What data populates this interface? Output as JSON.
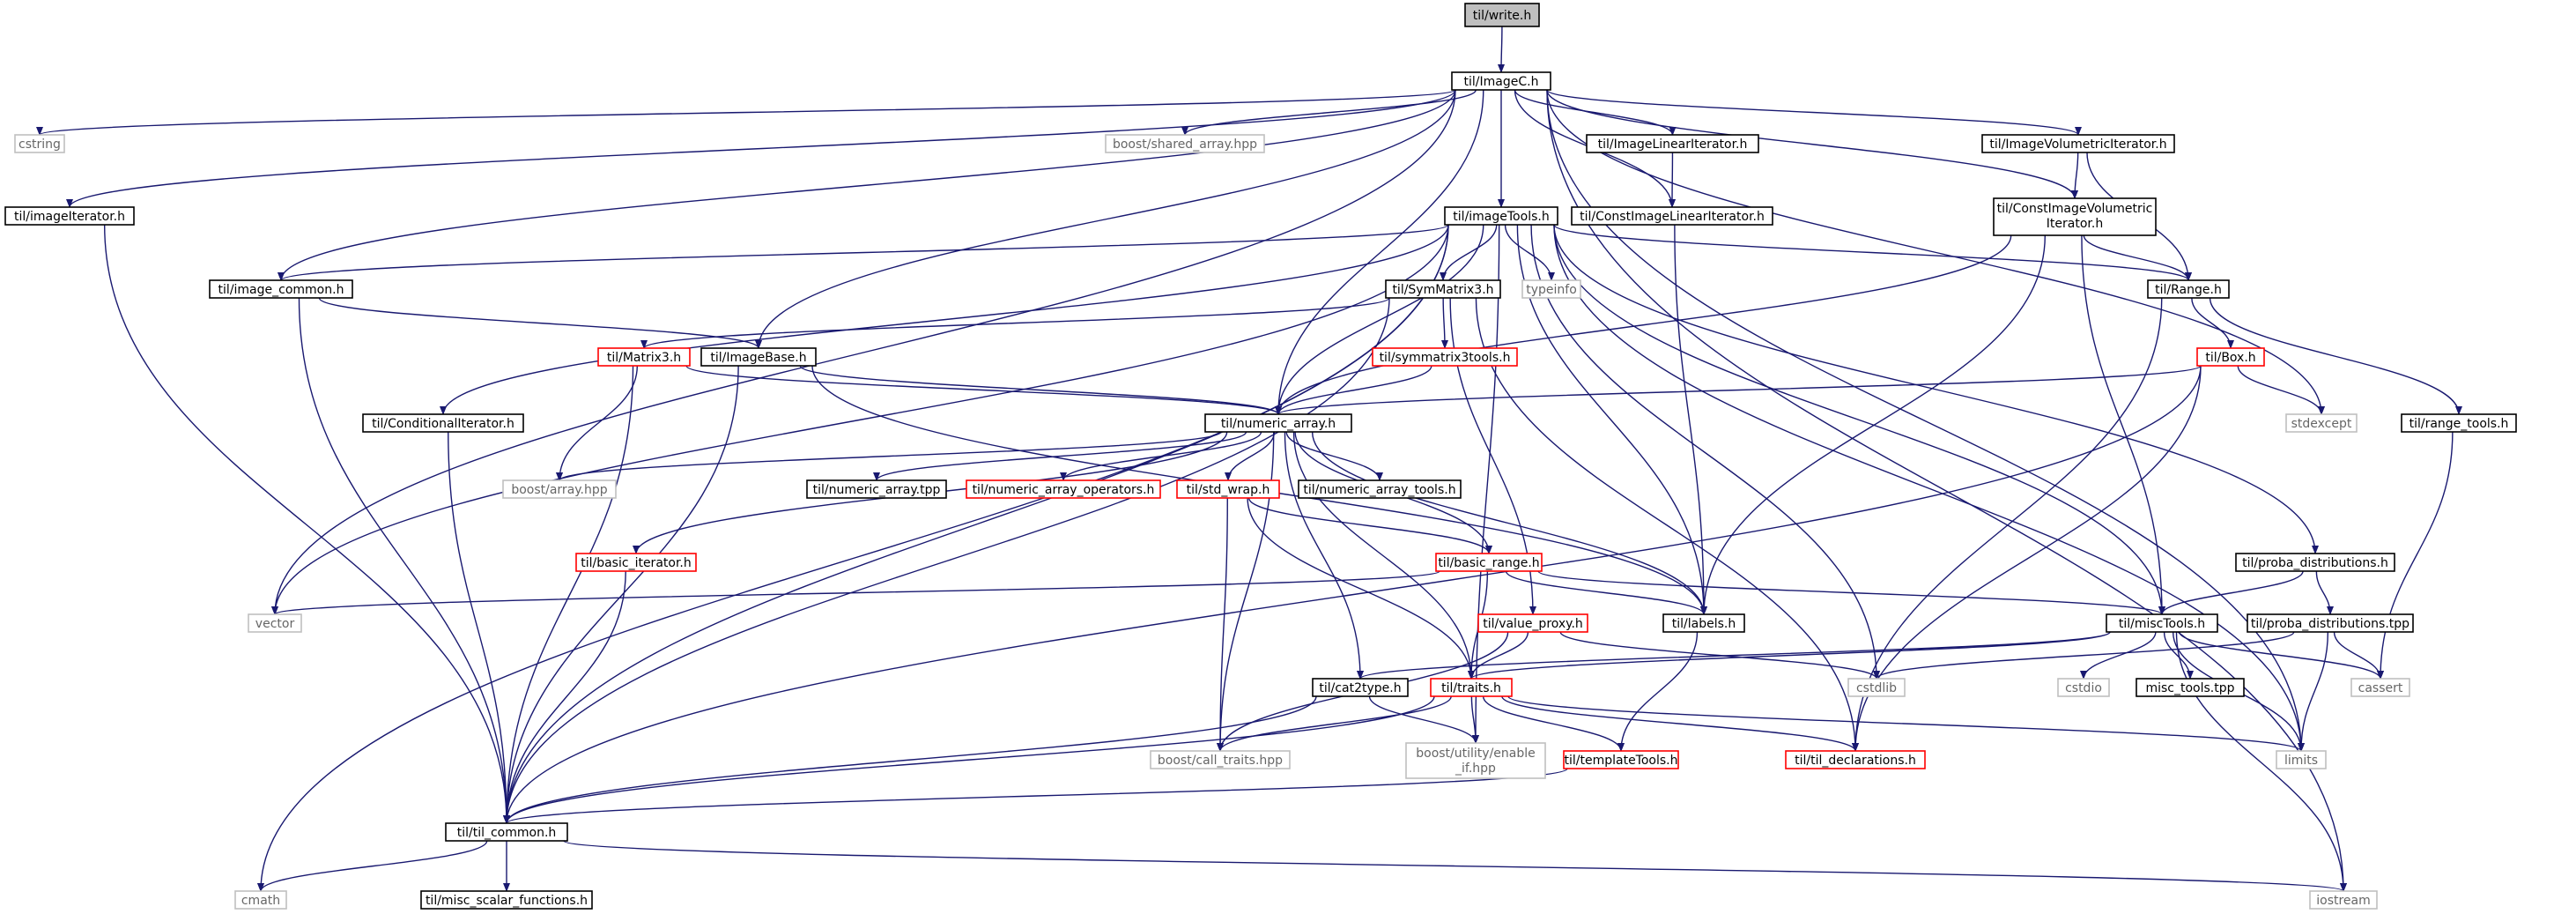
{
  "diagram": {
    "colors": {
      "edge": "#191970",
      "normal_border": "#000000",
      "external_border": "#bfbfbf",
      "truncated_border": "#ff0000",
      "root_fill": "#bfbfbf",
      "external_text": "#666666"
    },
    "nodes": [
      {
        "id": "write_h",
        "label": "til/write.h",
        "style": "root"
      },
      {
        "id": "imageC_h",
        "label": "til/ImageC.h",
        "style": "normal"
      },
      {
        "id": "cstring",
        "label": "cstring",
        "style": "external"
      },
      {
        "id": "imageIterator_h",
        "label": "til/imageIterator.h",
        "style": "normal"
      },
      {
        "id": "image_common_h",
        "label": "til/image_common.h",
        "style": "normal"
      },
      {
        "id": "shared_array",
        "label": "boost/shared_array.hpp",
        "style": "external"
      },
      {
        "id": "imageTools_h",
        "label": "til/imageTools.h",
        "style": "normal"
      },
      {
        "id": "imageLinearIterator_h",
        "label": "til/ImageLinearIterator.h",
        "style": "normal"
      },
      {
        "id": "constImageLinearIterator_h",
        "label": "til/ConstImageLinearIterator.h",
        "style": "normal"
      },
      {
        "id": "imageVolumetricIterator_h",
        "label": "til/ImageVolumetricIterator.h",
        "style": "normal"
      },
      {
        "id": "constImageVolumetric_h",
        "label": "til/ConstImageVolumetric",
        "label2": "Iterator.h",
        "style": "normal"
      },
      {
        "id": "range_h",
        "label": "til/Range.h",
        "style": "normal"
      },
      {
        "id": "symMatrix3_h",
        "label": "til/SymMatrix3.h",
        "style": "normal"
      },
      {
        "id": "typeinfo",
        "label": "typeinfo",
        "style": "external"
      },
      {
        "id": "matrix3_h",
        "label": "til/Matrix3.h",
        "style": "truncated"
      },
      {
        "id": "imageBase_h",
        "label": "til/ImageBase.h",
        "style": "normal"
      },
      {
        "id": "symmatrix3tools_h",
        "label": "til/symmatrix3tools.h",
        "style": "truncated"
      },
      {
        "id": "box_h",
        "label": "til/Box.h",
        "style": "truncated"
      },
      {
        "id": "stdexcept",
        "label": "stdexcept",
        "style": "external"
      },
      {
        "id": "range_tools_h",
        "label": "til/range_tools.h",
        "style": "normal"
      },
      {
        "id": "conditionalIterator_h",
        "label": "til/ConditionalIterator.h",
        "style": "normal"
      },
      {
        "id": "numeric_array_h",
        "label": "til/numeric_array.h",
        "style": "normal"
      },
      {
        "id": "boost_array",
        "label": "boost/array.hpp",
        "style": "external"
      },
      {
        "id": "numeric_array_tpp",
        "label": "til/numeric_array.tpp",
        "style": "normal"
      },
      {
        "id": "numeric_array_operators_h",
        "label": "til/numeric_array_operators.h",
        "style": "truncated"
      },
      {
        "id": "std_wrap_h",
        "label": "til/std_wrap.h",
        "style": "truncated"
      },
      {
        "id": "numeric_array_tools_h",
        "label": "til/numeric_array_tools.h",
        "style": "normal"
      },
      {
        "id": "basic_iterator_h",
        "label": "til/basic_iterator.h",
        "style": "truncated"
      },
      {
        "id": "basic_range_h",
        "label": "til/basic_range.h",
        "style": "truncated"
      },
      {
        "id": "proba_distributions_h",
        "label": "til/proba_distributions.h",
        "style": "normal"
      },
      {
        "id": "vector",
        "label": "vector",
        "style": "external"
      },
      {
        "id": "labels_h",
        "label": "til/labels.h",
        "style": "normal"
      },
      {
        "id": "miscTools_h",
        "label": "til/miscTools.h",
        "style": "normal"
      },
      {
        "id": "proba_distributions_tpp",
        "label": "til/proba_distributions.tpp",
        "style": "normal"
      },
      {
        "id": "value_proxy_h",
        "label": "til/value_proxy.h",
        "style": "truncated"
      },
      {
        "id": "cat2type_h",
        "label": "til/cat2type.h",
        "style": "normal"
      },
      {
        "id": "traits_h",
        "label": "til/traits.h",
        "style": "truncated"
      },
      {
        "id": "cstdlib",
        "label": "cstdlib",
        "style": "external"
      },
      {
        "id": "cstdio",
        "label": "cstdio",
        "style": "external"
      },
      {
        "id": "misc_tools_tpp",
        "label": "misc_tools.tpp",
        "style": "normal"
      },
      {
        "id": "cassert",
        "label": "cassert",
        "style": "external"
      },
      {
        "id": "call_traits",
        "label": "boost/call_traits.hpp",
        "style": "external"
      },
      {
        "id": "enable_if",
        "label": "boost/utility/enable",
        "label2": "_if.hpp",
        "style": "external"
      },
      {
        "id": "templateTools_h",
        "label": "til/templateTools.h",
        "style": "truncated"
      },
      {
        "id": "til_declarations_h",
        "label": "til/til_declarations.h",
        "style": "truncated"
      },
      {
        "id": "limits",
        "label": "limits",
        "style": "external"
      },
      {
        "id": "til_common_h",
        "label": "til/til_common.h",
        "style": "normal"
      },
      {
        "id": "cmath",
        "label": "cmath",
        "style": "external"
      },
      {
        "id": "misc_scalar_functions_h",
        "label": "til/misc_scalar_functions.h",
        "style": "normal"
      },
      {
        "id": "iostream",
        "label": "iostream",
        "style": "external"
      }
    ],
    "edges": [
      [
        "write_h",
        "imageC_h"
      ],
      [
        "imageC_h",
        "cstring"
      ],
      [
        "imageC_h",
        "imageIterator_h"
      ],
      [
        "imageC_h",
        "image_common_h"
      ],
      [
        "imageC_h",
        "shared_array"
      ],
      [
        "imageC_h",
        "imageTools_h"
      ],
      [
        "imageC_h",
        "imageLinearIterator_h"
      ],
      [
        "imageC_h",
        "constImageLinearIterator_h"
      ],
      [
        "imageC_h",
        "imageVolumetricIterator_h"
      ],
      [
        "imageC_h",
        "constImageVolumetric_h"
      ],
      [
        "imageC_h",
        "imageBase_h"
      ],
      [
        "imageC_h",
        "numeric_array_h"
      ],
      [
        "imageC_h",
        "vector"
      ],
      [
        "imageC_h",
        "stdexcept"
      ],
      [
        "imageC_h",
        "limits"
      ],
      [
        "imageC_h",
        "iostream"
      ],
      [
        "imageIterator_h",
        "til_common_h"
      ],
      [
        "image_common_h",
        "imageBase_h"
      ],
      [
        "image_common_h",
        "til_common_h"
      ],
      [
        "imageLinearIterator_h",
        "constImageLinearIterator_h"
      ],
      [
        "constImageLinearIterator_h",
        "labels_h"
      ],
      [
        "imageVolumetricIterator_h",
        "constImageVolumetric_h"
      ],
      [
        "imageVolumetricIterator_h",
        "range_h"
      ],
      [
        "constImageVolumetric_h",
        "range_h"
      ],
      [
        "constImageVolumetric_h",
        "numeric_array_h"
      ],
      [
        "constImageVolumetric_h",
        "labels_h"
      ],
      [
        "constImageVolumetric_h",
        "miscTools_h"
      ],
      [
        "imageTools_h",
        "image_common_h"
      ],
      [
        "imageTools_h",
        "symMatrix3_h"
      ],
      [
        "imageTools_h",
        "typeinfo"
      ],
      [
        "imageTools_h",
        "range_h"
      ],
      [
        "imageTools_h",
        "numeric_array_h"
      ],
      [
        "imageTools_h",
        "conditionalIterator_h"
      ],
      [
        "imageTools_h",
        "vector"
      ],
      [
        "imageTools_h",
        "cmath"
      ],
      [
        "imageTools_h",
        "til_common_h"
      ],
      [
        "imageTools_h",
        "enable_if"
      ],
      [
        "imageTools_h",
        "labels_h"
      ],
      [
        "imageTools_h",
        "cstdlib"
      ],
      [
        "imageTools_h",
        "limits"
      ],
      [
        "imageTools_h",
        "miscTools_h"
      ],
      [
        "imageTools_h",
        "proba_distributions_h"
      ],
      [
        "symMatrix3_h",
        "matrix3_h"
      ],
      [
        "symMatrix3_h",
        "symmatrix3tools_h"
      ],
      [
        "symMatrix3_h",
        "til_common_h"
      ],
      [
        "symMatrix3_h",
        "value_proxy_h"
      ],
      [
        "symMatrix3_h",
        "til_declarations_h"
      ],
      [
        "range_h",
        "box_h"
      ],
      [
        "range_h",
        "range_tools_h"
      ],
      [
        "range_h",
        "til_declarations_h"
      ],
      [
        "matrix3_h",
        "numeric_array_h"
      ],
      [
        "matrix3_h",
        "boost_array"
      ],
      [
        "matrix3_h",
        "til_common_h"
      ],
      [
        "imageBase_h",
        "numeric_array_h"
      ],
      [
        "imageBase_h",
        "til_common_h"
      ],
      [
        "imageBase_h",
        "labels_h"
      ],
      [
        "symmatrix3tools_h",
        "numeric_array_h"
      ],
      [
        "box_h",
        "numeric_array_h"
      ],
      [
        "box_h",
        "stdexcept"
      ],
      [
        "box_h",
        "til_declarations_h"
      ],
      [
        "box_h",
        "til_common_h"
      ],
      [
        "range_tools_h",
        "cassert"
      ],
      [
        "conditionalIterator_h",
        "til_common_h"
      ],
      [
        "numeric_array_h",
        "boost_array"
      ],
      [
        "numeric_array_h",
        "numeric_array_tpp"
      ],
      [
        "numeric_array_h",
        "numeric_array_operators_h"
      ],
      [
        "numeric_array_h",
        "std_wrap_h"
      ],
      [
        "numeric_array_h",
        "numeric_array_tools_h"
      ],
      [
        "numeric_array_h",
        "basic_iterator_h"
      ],
      [
        "numeric_array_h",
        "basic_range_h"
      ],
      [
        "numeric_array_h",
        "labels_h"
      ],
      [
        "numeric_array_h",
        "cat2type_h"
      ],
      [
        "numeric_array_h",
        "traits_h"
      ],
      [
        "numeric_array_h",
        "call_traits"
      ],
      [
        "std_wrap_h",
        "basic_range_h"
      ],
      [
        "std_wrap_h",
        "traits_h"
      ],
      [
        "std_wrap_h",
        "call_traits"
      ],
      [
        "basic_iterator_h",
        "til_common_h"
      ],
      [
        "basic_range_h",
        "vector"
      ],
      [
        "basic_range_h",
        "labels_h"
      ],
      [
        "basic_range_h",
        "miscTools_h"
      ],
      [
        "basic_range_h",
        "traits_h"
      ],
      [
        "proba_distributions_h",
        "miscTools_h"
      ],
      [
        "proba_distributions_h",
        "proba_distributions_tpp"
      ],
      [
        "proba_distributions_tpp",
        "cstdlib"
      ],
      [
        "proba_distributions_tpp",
        "cassert"
      ],
      [
        "proba_distributions_tpp",
        "limits"
      ],
      [
        "labels_h",
        "templateTools_h"
      ],
      [
        "miscTools_h",
        "cat2type_h"
      ],
      [
        "miscTools_h",
        "traits_h"
      ],
      [
        "miscTools_h",
        "cstdio"
      ],
      [
        "miscTools_h",
        "misc_tools_tpp"
      ],
      [
        "miscTools_h",
        "cassert"
      ],
      [
        "miscTools_h",
        "limits"
      ],
      [
        "miscTools_h",
        "iostream"
      ],
      [
        "value_proxy_h",
        "traits_h"
      ],
      [
        "value_proxy_h",
        "cstdlib"
      ],
      [
        "value_proxy_h",
        "call_traits"
      ],
      [
        "cat2type_h",
        "enable_if"
      ],
      [
        "cat2type_h",
        "til_common_h"
      ],
      [
        "traits_h",
        "call_traits"
      ],
      [
        "traits_h",
        "enable_if"
      ],
      [
        "traits_h",
        "templateTools_h"
      ],
      [
        "traits_h",
        "til_declarations_h"
      ],
      [
        "traits_h",
        "limits"
      ],
      [
        "traits_h",
        "til_common_h"
      ],
      [
        "templateTools_h",
        "til_common_h"
      ],
      [
        "til_common_h",
        "cmath"
      ],
      [
        "til_common_h",
        "misc_scalar_functions_h"
      ],
      [
        "til_common_h",
        "iostream"
      ]
    ]
  }
}
